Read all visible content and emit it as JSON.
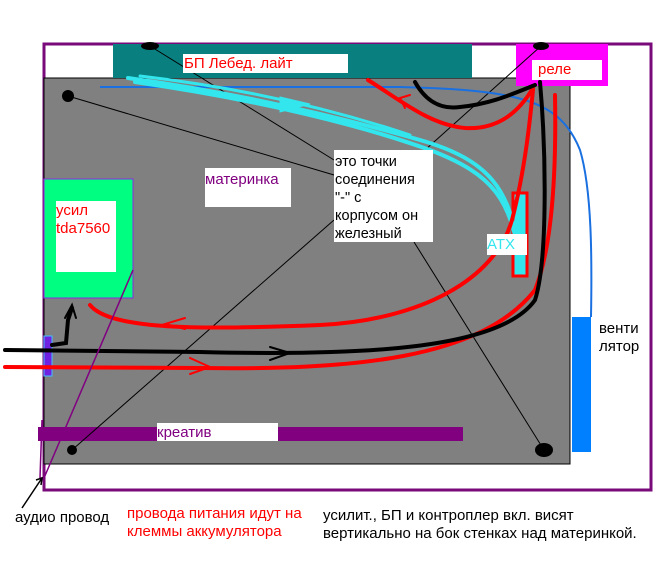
{
  "labels": {
    "psu": "БП Лебед. лайт",
    "relay": "реле",
    "motherboard": "материнка",
    "note_lines": [
      "это точки",
      "соединения",
      "\"-\" с",
      "корпусом он",
      "железный"
    ],
    "amp_lines": [
      "усил",
      "tda7560"
    ],
    "atx": "ATX",
    "fan_lines": [
      "венти",
      "лятор"
    ],
    "sound_card": "креатив",
    "audio_wire": "аудио провод",
    "power_note_lines": [
      "провода питания идут на",
      "клеммы аккумулятора"
    ],
    "mount_note_lines": [
      "усилит., БП и контроплер вкл. висят",
      "вертикально на бок стенках над материнкой."
    ]
  },
  "colors": {
    "case_border": "#7a0a7a",
    "board": "#808080",
    "psu": "#0a7f7f",
    "relay": "#ff00ff",
    "amp": "#00ff80",
    "fan": "#0080ff",
    "sound_card": "#800080",
    "power_wire": "#ff0000",
    "ground_wire": "#000000",
    "atx_cable": "#33e6ee"
  }
}
